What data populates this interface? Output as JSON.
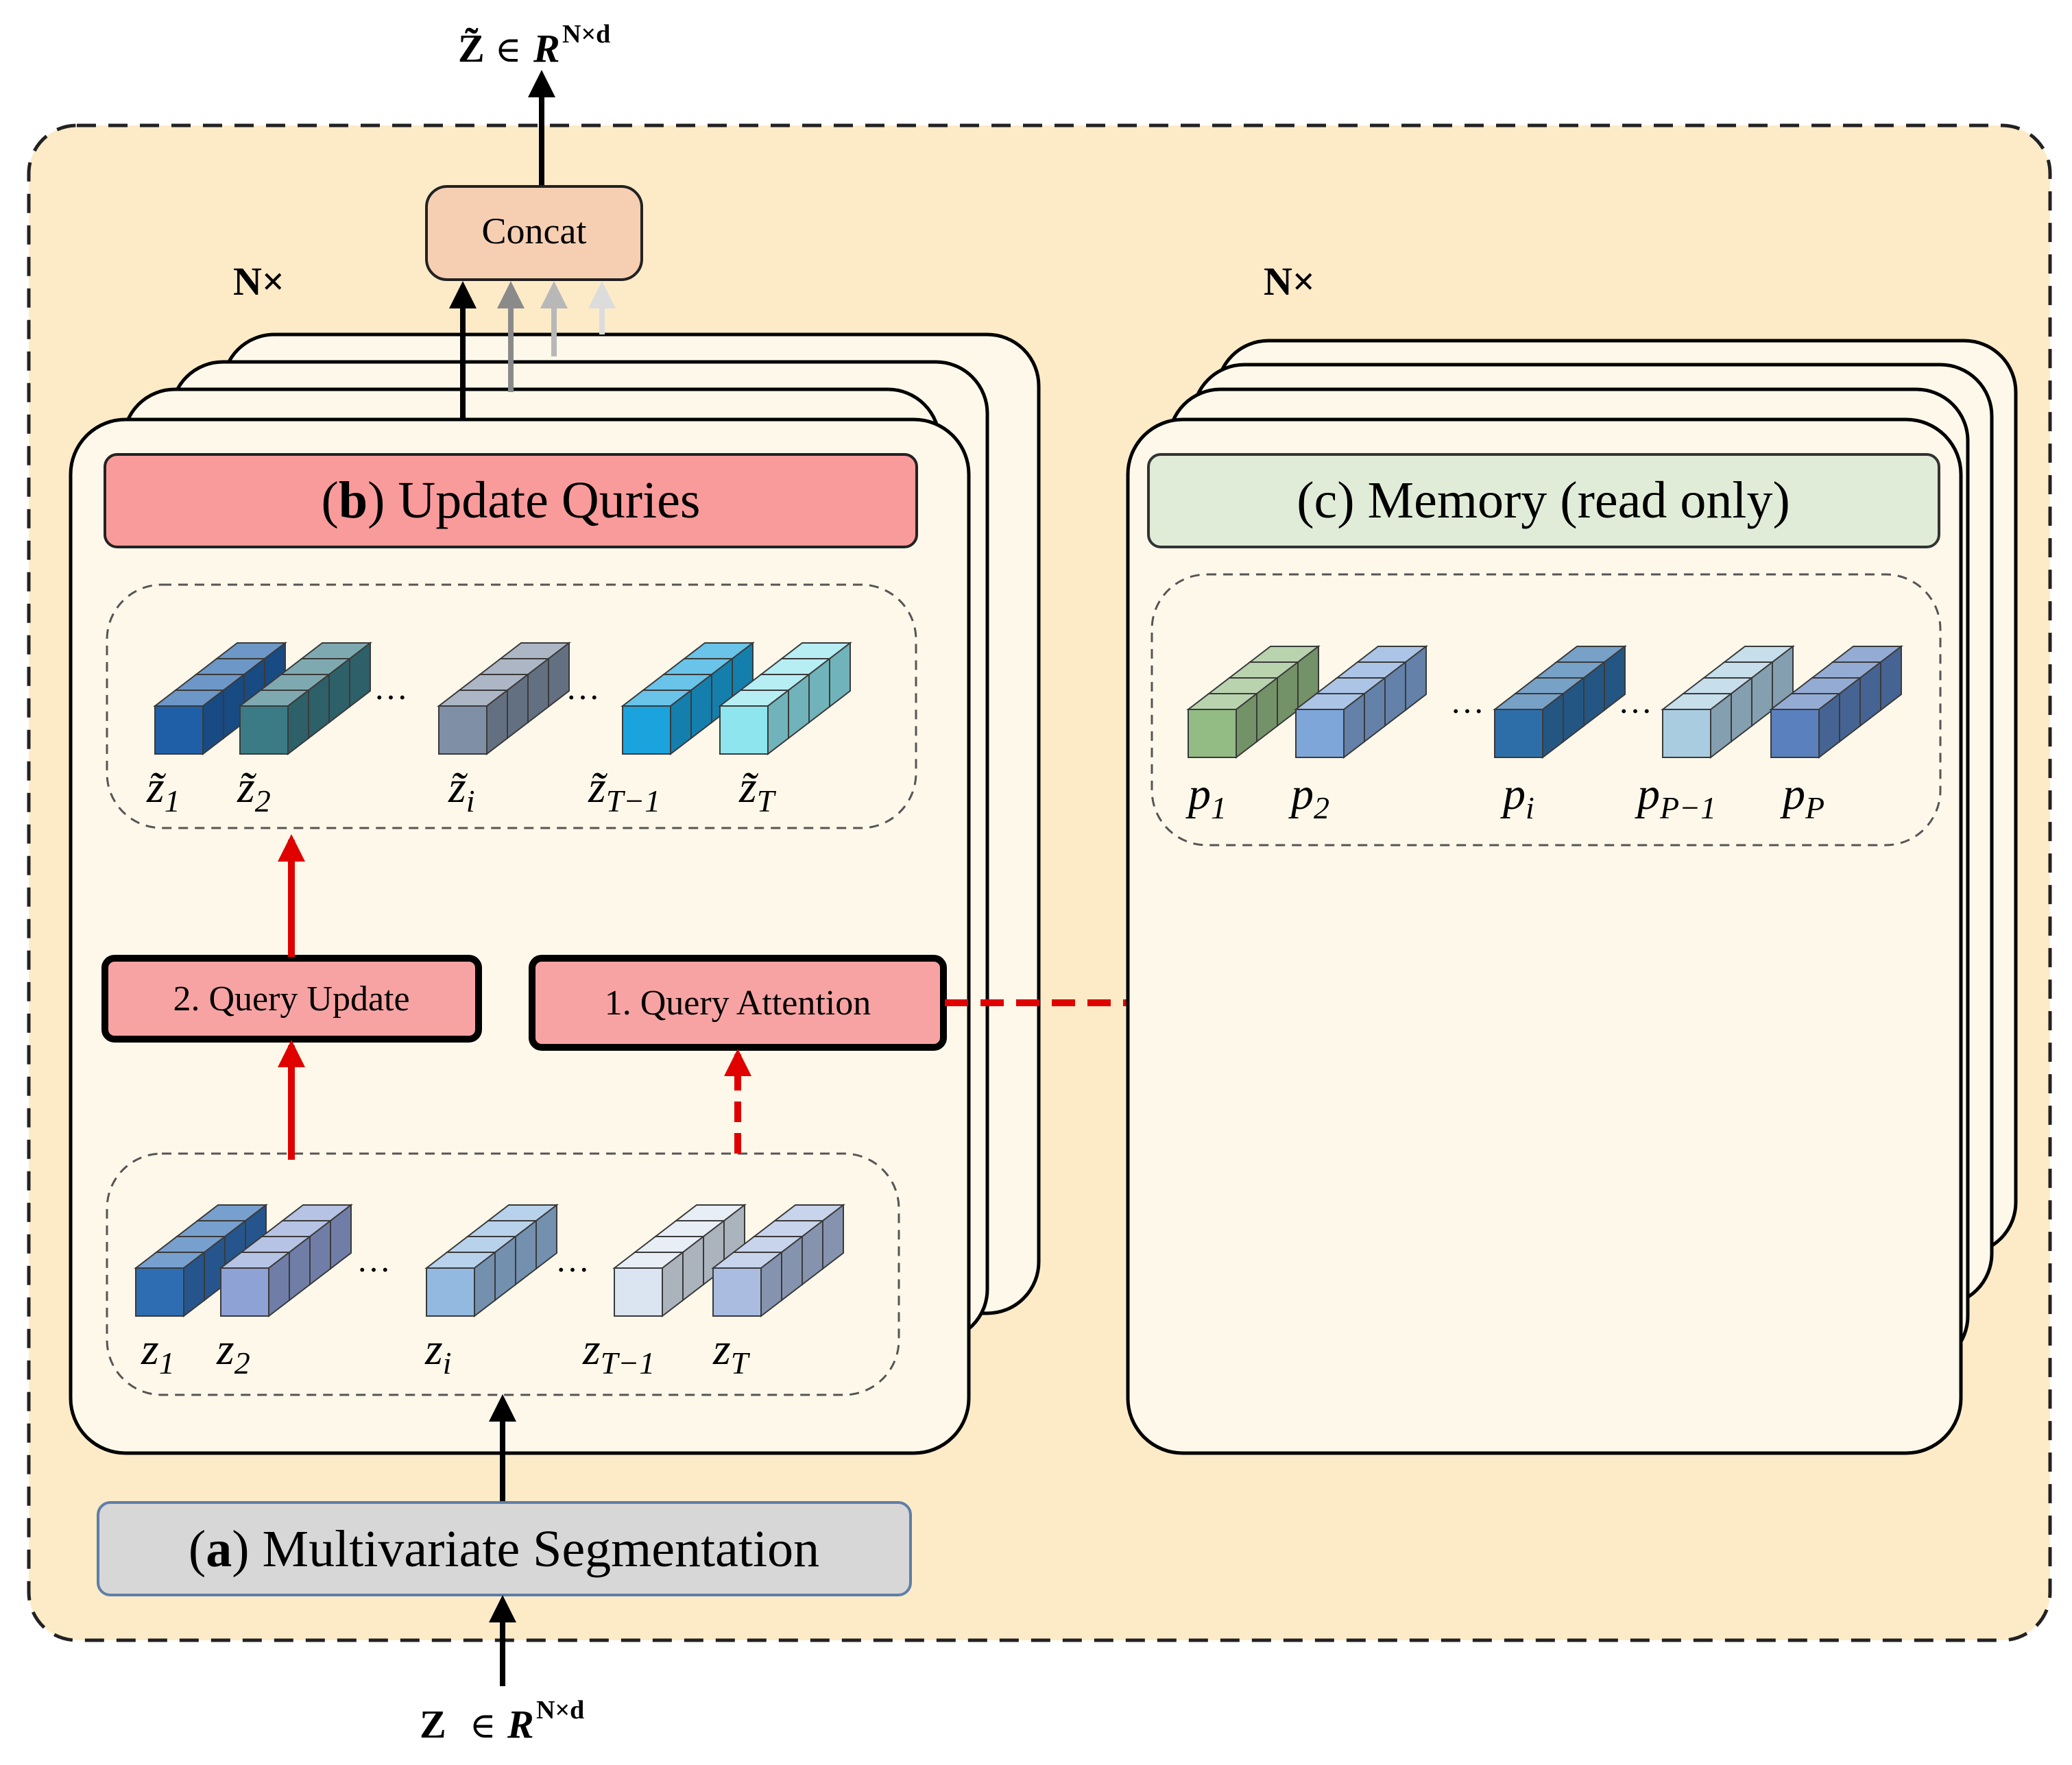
{
  "output": {
    "symbol": "Z̃",
    "member": "∈",
    "space": "R",
    "superscript": "N×d"
  },
  "input": {
    "symbol": "Z",
    "member": "∈",
    "space": "R",
    "superscript": "N×d"
  },
  "concat": {
    "label": "Concat"
  },
  "repeat_left": "N×",
  "repeat_right": "N×",
  "update_panel": {
    "title_prefix": "(",
    "title_letter": "b",
    "title_rest": ") Update Quries",
    "step_update": "2. Query Update",
    "step_attention": "1. Query Attention"
  },
  "memory_panel": {
    "title": "(c) Memory (read only)"
  },
  "segmentation": {
    "prefix": "(",
    "letter": "a",
    "rest": ") Multivariate Segmentation"
  },
  "ellipsis": "…",
  "updated_queries": [
    {
      "base": "z̃",
      "sub": "1",
      "color": "#1f5fa8"
    },
    {
      "base": "z̃",
      "sub": "2",
      "color": "#3a7b85"
    },
    {
      "base": "z̃",
      "sub": "i",
      "color": "#7f8fa6"
    },
    {
      "base": "z̃",
      "sub": "T−1",
      "color": "#1aa3dc"
    },
    {
      "base": "z̃",
      "sub": "T",
      "color": "#8fe5ee"
    }
  ],
  "input_queries": [
    {
      "base": "z",
      "sub": "1",
      "color": "#2f6db3"
    },
    {
      "base": "z",
      "sub": "2",
      "color": "#8fa2d6"
    },
    {
      "base": "z",
      "sub": "i",
      "color": "#93b9e0"
    },
    {
      "base": "z",
      "sub": "T−1",
      "color": "#dbe5f1"
    },
    {
      "base": "z",
      "sub": "T",
      "color": "#aabde0"
    }
  ],
  "memory_items": [
    {
      "base": "p",
      "sub": "1",
      "color": "#93bb84"
    },
    {
      "base": "p",
      "sub": "2",
      "color": "#7fa6d9"
    },
    {
      "base": "p",
      "sub": "i",
      "color": "#2e6ea8"
    },
    {
      "base": "p",
      "sub": "P−1",
      "color": "#a9cce0"
    },
    {
      "base": "p",
      "sub": "P",
      "color": "#5a80bd"
    }
  ],
  "colors": {
    "background_panel": "#fdebc8",
    "card_fill": "#fef8ea",
    "update_title_fill": "#f99b9b",
    "memory_title_fill": "#e0ecd8",
    "segmentation_fill": "#d7d7d7",
    "segmentation_border": "#5d7fa8",
    "concat_fill": "#f6cfb3",
    "step_fill": "#f8a3a3",
    "attention_arrow": "#e00000"
  }
}
